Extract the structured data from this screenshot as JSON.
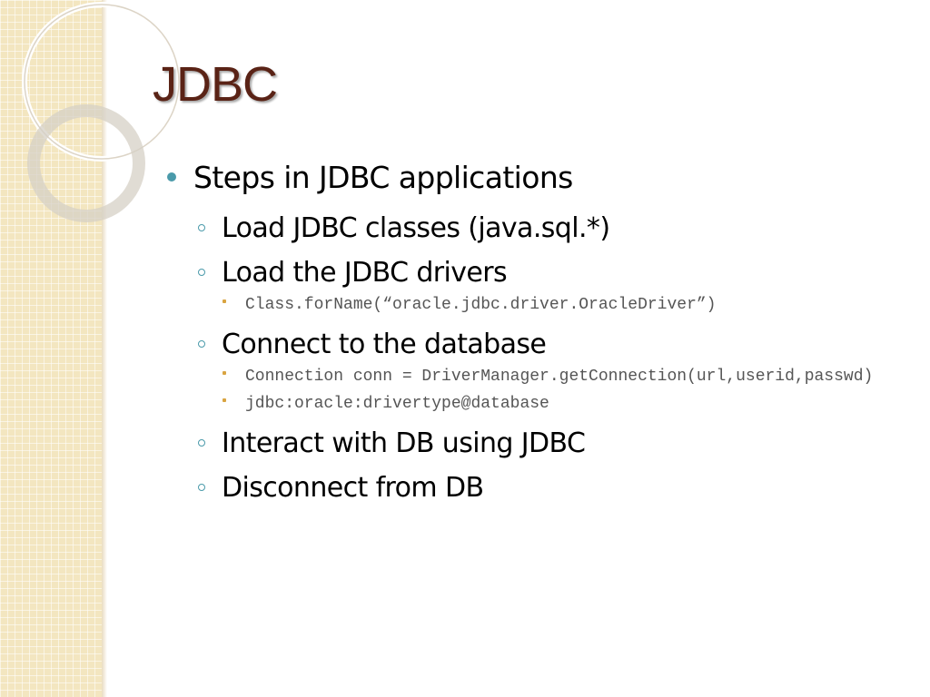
{
  "slide": {
    "title": "JDBC",
    "bullets": [
      {
        "text": "Steps in JDBC applications",
        "level": 1
      },
      {
        "text": "Load JDBC classes (java.sql.*)",
        "level": 2
      },
      {
        "text": "Load the JDBC drivers",
        "level": 2
      },
      {
        "text": "Class.forName(“oracle.jdbc.driver.OracleDriver”)",
        "level": 3
      },
      {
        "text": "Connect to the database",
        "level": 2
      },
      {
        "text": "Connection conn = DriverManager.getConnection(url,userid,passwd)",
        "level": 3
      },
      {
        "text": "jdbc:oracle:drivertype@database",
        "level": 3
      },
      {
        "text": "Interact with DB using JDBC",
        "level": 2
      },
      {
        "text": "Disconnect from DB",
        "level": 2
      }
    ]
  },
  "theme": {
    "title_color": "#5a2316",
    "bullet_accent": "#4a9aaa",
    "sub_bullet_accent": "#d9a441",
    "side_panel_color": "#f3e6c0"
  }
}
